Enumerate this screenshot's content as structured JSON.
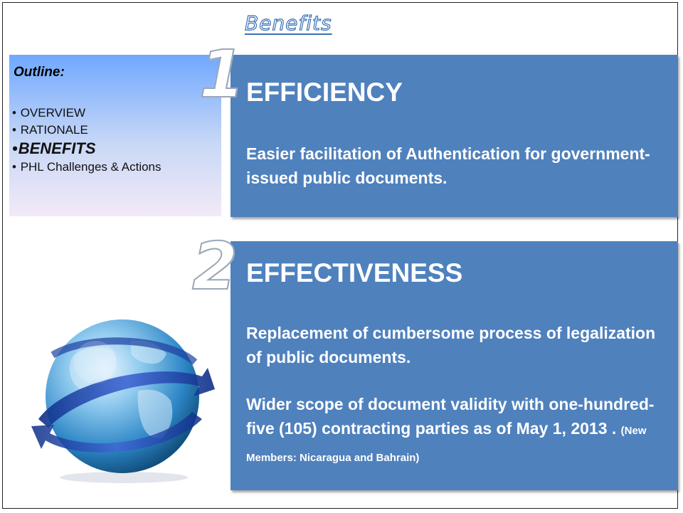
{
  "slide": {
    "title": "Benefits",
    "outline": {
      "heading": "Outline:",
      "items": [
        {
          "label": "OVERVIEW",
          "active": false
        },
        {
          "label": "RATIONALE",
          "active": false
        },
        {
          "label": "BENEFITS",
          "active": true
        },
        {
          "label": "PHL Challenges & Actions",
          "active": false
        }
      ]
    },
    "benefits": [
      {
        "number": "1",
        "heading": "EFFICIENCY",
        "text": "Easier facilitation of Authentication for government-issued public documents."
      },
      {
        "number": "2",
        "heading": "EFFECTIVENESS",
        "text1": "Replacement of cumbersome process of legalization of public documents.",
        "text2": "Wider scope of document validity with one-hundred-five (105) contracting parties as of May  1, 2013 .",
        "text2_note": "(New Members: Nicaragua and Bahrain)"
      }
    ],
    "icons": {
      "globe": "globe-arrows-icon"
    },
    "colors": {
      "panel": "#4f81bd",
      "title": "#3a6fb5"
    }
  }
}
